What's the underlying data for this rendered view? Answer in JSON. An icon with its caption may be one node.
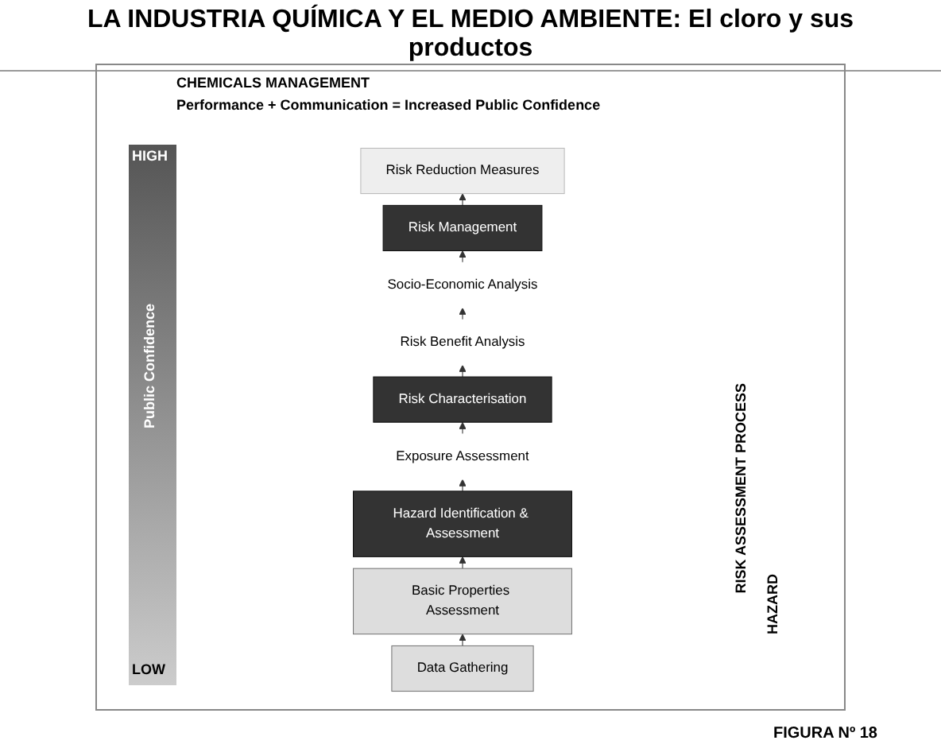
{
  "diagram": {
    "title": "LA INDUSTRIA QUÍMICA Y EL MEDIO AMBIENTE: El cloro y sus productos",
    "caption": "FIGURA Nº 18",
    "nodes": [
      {
        "text": [
          "Risk Reduction Measures"
        ]
      },
      {
        "text": [
          "Risk Management"
        ]
      },
      {
        "text": [
          "Socio-Economic Analysis"
        ]
      },
      {
        "text": [
          "Risk Benefit Analysis"
        ]
      },
      {
        "text": [
          "Risk Characterisation"
        ]
      },
      {
        "text": [
          "Exposure Assessment"
        ]
      },
      {
        "text": [
          "Hazard Identification & Assessment"
        ]
      },
      {
        "text": [
          "Basic Properties Assessment"
        ]
      },
      {
        "text": [
          "Data Gathering"
        ]
      }
    ],
    "edges": [
      {
        "from": 8,
        "to": 7,
        "arrow": "to"
      },
      {
        "from": 7,
        "to": 6,
        "arrow": "to"
      },
      {
        "from": 6,
        "to": 5,
        "arrow": "to"
      },
      {
        "from": 5,
        "to": 4,
        "arrow": "to"
      },
      {
        "from": 4,
        "to": 3,
        "arrow": "to"
      },
      {
        "from": 3,
        "to": 2,
        "arrow": "to"
      },
      {
        "from": 2,
        "to": 1,
        "arrow": "to"
      },
      {
        "from": 1,
        "to": 0,
        "arrow": "to"
      }
    ],
    "labels": [
      "CHEMICALS MANAGEMENT",
      "Performance + Communication = Increased Public Confidence",
      "HIGH",
      "Public Confidence",
      "LOW",
      "RISK ASSESSMENT PROCESS",
      "HAZARD"
    ]
  }
}
